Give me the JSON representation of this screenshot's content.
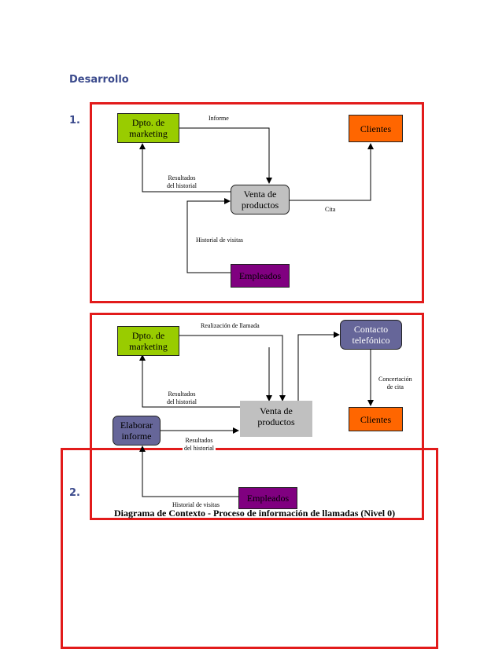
{
  "heading": "Desarrollo",
  "item1": "1.",
  "item2": "2.",
  "diagram1": {
    "nodes": {
      "marketing": "Dpto. de\nmarketing",
      "clientes": "Clientes",
      "venta": "Venta de\nproductos",
      "empleados": "Empleados"
    },
    "labels": {
      "informe": "Informe",
      "resultados": "Resultados\ndel historial",
      "cita": "Cita",
      "historial": "Historial de visitas"
    }
  },
  "diagram2": {
    "nodes": {
      "marketing": "Dpto. de\nmarketing",
      "contacto": "Contacto\ntelefónico",
      "venta": "Venta de\nproductos",
      "clientes": "Clientes",
      "elaborar": "Elaborar\ninforme",
      "empleados": "Empleados"
    },
    "labels": {
      "realizacion": "Realización de llamada",
      "concertacion": "Concertación\nde cita",
      "resultados1": "Resultados\ndel historial",
      "resultados2": "Resultados\ndel historial",
      "historial": "Historial de visitas"
    },
    "caption": "Diagrama de Contexto - Proceso de información de llamadas (Nivel 0)"
  },
  "colors": {
    "frame": "#e21b1b",
    "marketing": "#99cc00",
    "clientes": "#ff6600",
    "venta": "#c0c0c0",
    "empleados": "#800080",
    "contacto": "#666699",
    "elaborar": "#666699"
  }
}
